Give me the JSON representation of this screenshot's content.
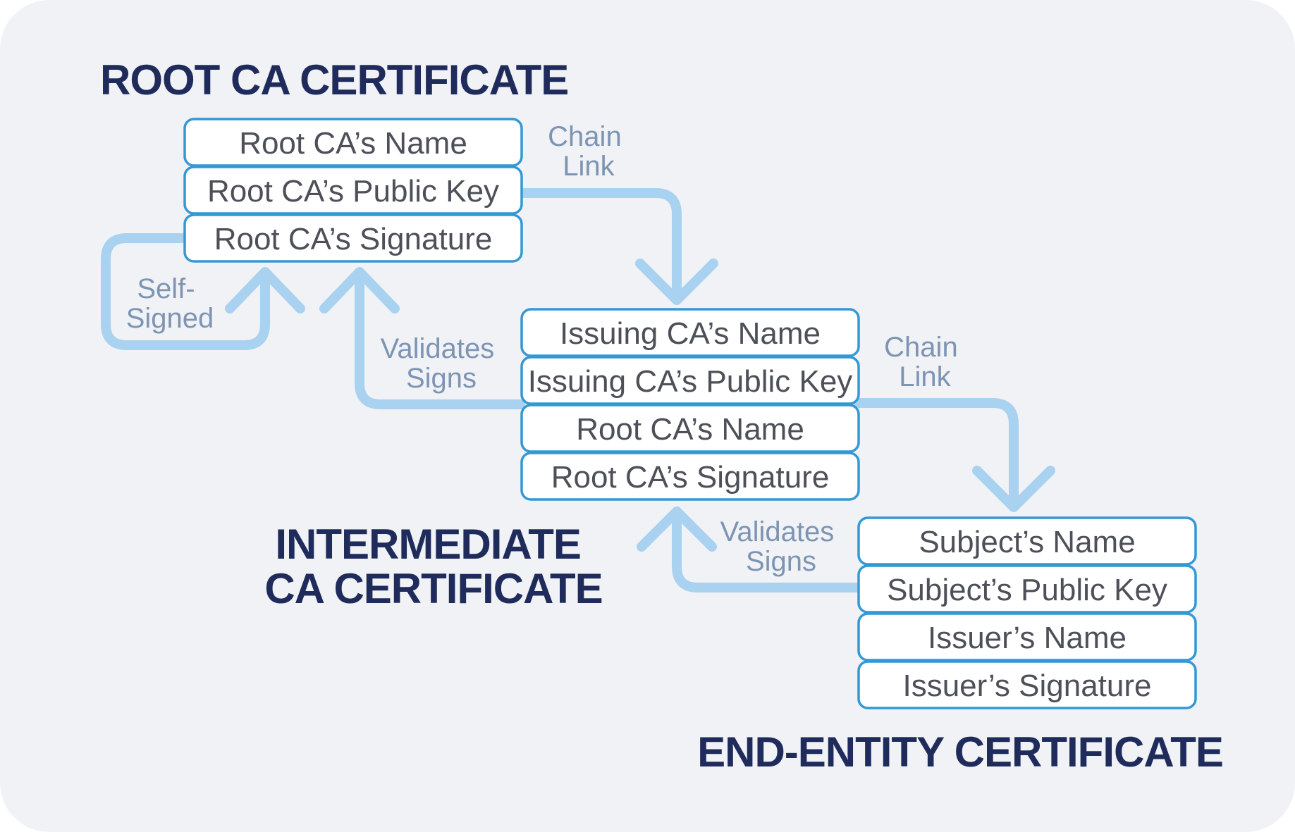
{
  "colors": {
    "background": "#f0f2f6",
    "title": "#1f2b5b",
    "field_border": "#3398d4",
    "field_text": "#4d5058",
    "connector": "#a9d2f0",
    "connector_label": "#7d94b3"
  },
  "root_ca": {
    "title": "ROOT CA CERTIFICATE",
    "fields": [
      "Root CA’s Name",
      "Root CA’s Public Key",
      "Root CA’s Signature"
    ]
  },
  "intermediate_ca": {
    "title_line1": "INTERMEDIATE",
    "title_line2": "CA CERTIFICATE",
    "fields": [
      "Issuing CA’s Name",
      "Issuing CA’s Public Key",
      "Root CA’s Name",
      "Root CA’s Signature"
    ]
  },
  "end_entity": {
    "title": "END-ENTITY CERTIFICATE",
    "fields": [
      "Subject’s Name",
      "Subject’s Public Key",
      "Issuer’s Name",
      "Issuer’s Signature"
    ]
  },
  "labels": {
    "chain_link_1": [
      "Chain",
      "Link"
    ],
    "chain_link_2": [
      "Chain",
      "Link"
    ],
    "self_signed": [
      "Self-",
      "Signed"
    ],
    "validates_signs_1": [
      "Validates",
      "Signs"
    ],
    "validates_signs_2": [
      "Validates",
      "Signs"
    ]
  }
}
